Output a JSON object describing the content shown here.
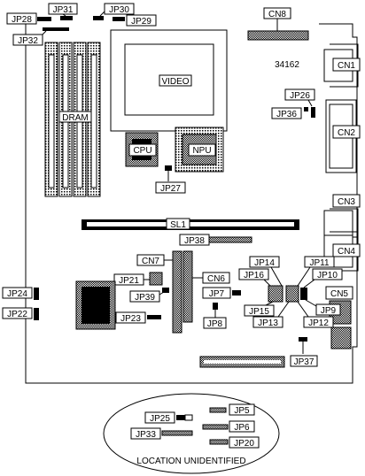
{
  "board_id": "34162",
  "labels": {
    "jp28": "JP28",
    "jp31": "JP31",
    "jp30": "JP30",
    "jp29": "JP29",
    "jp32": "JP32",
    "cn8": "CN8",
    "cn1": "CN1",
    "cn2": "CN2",
    "cn3": "CN3",
    "cn4": "CN4",
    "cn5": "CN5",
    "video": "VIDEO",
    "dram": "DRAM",
    "cpu": "CPU",
    "npu": "NPU",
    "jp26": "JP26",
    "jp36": "JP36",
    "jp27": "JP27",
    "sl1": "SL1",
    "jp38": "JP38",
    "cn7": "CN7",
    "cn6": "CN6",
    "jp21": "JP21",
    "jp39": "JP39",
    "jp7": "JP7",
    "jp8": "JP8",
    "jp23": "JP23",
    "jp24": "JP24",
    "jp22": "JP22",
    "jp14": "JP14",
    "jp16": "JP16",
    "jp11": "JP11",
    "jp10": "JP10",
    "jp15": "JP15",
    "jp13": "JP13",
    "jp9": "JP9",
    "jp12": "JP12",
    "jp37": "JP37",
    "jp25": "JP25",
    "jp5": "JP5",
    "jp6": "JP6",
    "jp33": "JP33",
    "jp20": "JP20"
  },
  "legend_caption": "LOCATION UNIDENTIFIED"
}
